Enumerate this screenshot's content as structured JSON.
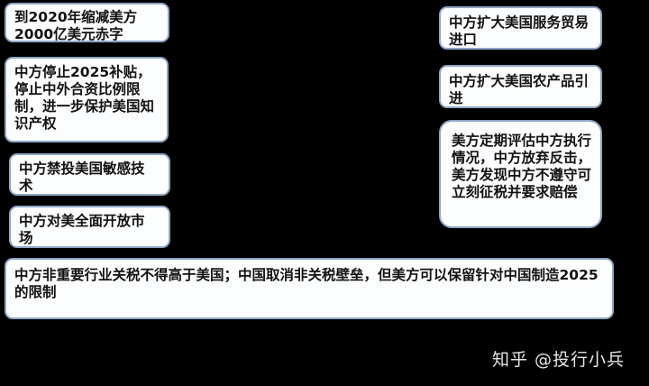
{
  "left_boxes": [
    "到2020年缩减美方2000亿美元赤字",
    "中方停止2025补贴，停止中外合资比例限制，进一步保护美国知识产权",
    "中方禁投美国敏感技术",
    "中方对美全面开放市场"
  ],
  "bottom_box": "中方非重要行业关税不得高于美国；中国取消非关税壁垒，但美方可以保留针对中国制造2025的限制",
  "right_boxes": [
    "中方扩大美国服务贸易进口",
    "中方扩大美国农产品引进",
    "美方定期评估中方执行情况，中方放弃反击，美方发现中方不遵守可立刻征税并要求赔偿"
  ],
  "watermark": "知乎 @投行小兵"
}
